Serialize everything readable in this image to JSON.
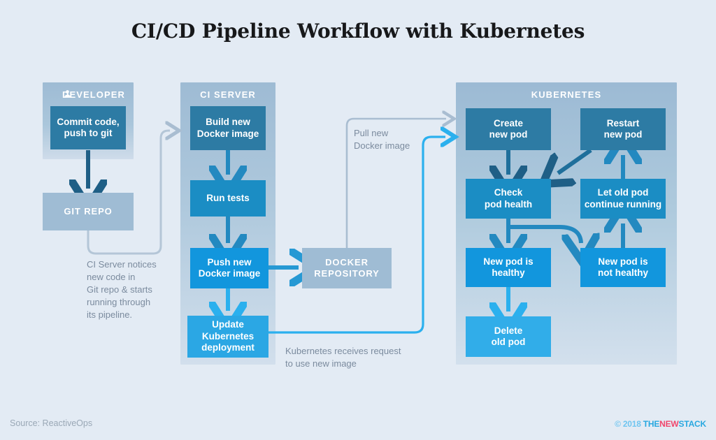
{
  "title": "CI/CD Pipeline Workflow with Kubernetes",
  "colors": {
    "background": "#e3ebf4",
    "panel_top": "#9ebbd4",
    "panel_bottom": "#d2dfec",
    "box_dark": "#2d7ba4",
    "box_mid": "#1b8dc4",
    "box_bright": "#31ade9",
    "repo_fill": "#9fbcd4",
    "arrow_blue": "#2389c0",
    "arrow_light_blue": "#2bb0ee",
    "arrow_grey": "#a9bdd1",
    "caption_text": "#7b8b9e",
    "title_text": "#17181a",
    "brand_blue": "#29a8e0",
    "brand_pink": "#f0476d"
  },
  "panels": {
    "developer": {
      "label": "DEVELOPER",
      "icon": "user-icon",
      "boxes": [
        {
          "id": "commit-code",
          "text": "Commit code,\npush to git"
        }
      ],
      "outputs": [
        {
          "id": "git-repo",
          "text": "GIT REPO"
        }
      ]
    },
    "ci_server": {
      "label": "CI SERVER",
      "boxes": [
        {
          "id": "build-image",
          "text": "Build new\nDocker image"
        },
        {
          "id": "run-tests",
          "text": "Run tests"
        },
        {
          "id": "push-image",
          "text": "Push new\nDocker image"
        },
        {
          "id": "update-deployment",
          "text": "Update\nKubernetes\ndeployment"
        }
      ]
    },
    "docker_repository": {
      "label": "DOCKER\nREPOSITORY"
    },
    "kubernetes": {
      "label": "KUBERNETES",
      "boxes": [
        {
          "id": "create-pod",
          "text": "Create\nnew pod"
        },
        {
          "id": "restart-pod",
          "text": "Restart\nnew pod"
        },
        {
          "id": "check-health",
          "text": "Check\npod health"
        },
        {
          "id": "let-old-pod",
          "text": "Let old pod\ncontinue running"
        },
        {
          "id": "pod-healthy",
          "text": "New pod is\nhealthy"
        },
        {
          "id": "pod-not-healthy",
          "text": "New pod is\nnot healthy"
        },
        {
          "id": "delete-old-pod",
          "text": "Delete\nold pod"
        }
      ]
    }
  },
  "captions": {
    "ci_notice": "CI Server notices\nnew code in\nGit repo & starts\nrunning through\nits pipeline.",
    "pull_image": "Pull new\nDocker image",
    "k8s_request": "Kubernetes receives request\nto use new image"
  },
  "footer": {
    "source": "Source: ReactiveOps",
    "copyright": "© 2018",
    "brand_the": "THE",
    "brand_new": "NEW",
    "brand_stack": "STACK"
  }
}
